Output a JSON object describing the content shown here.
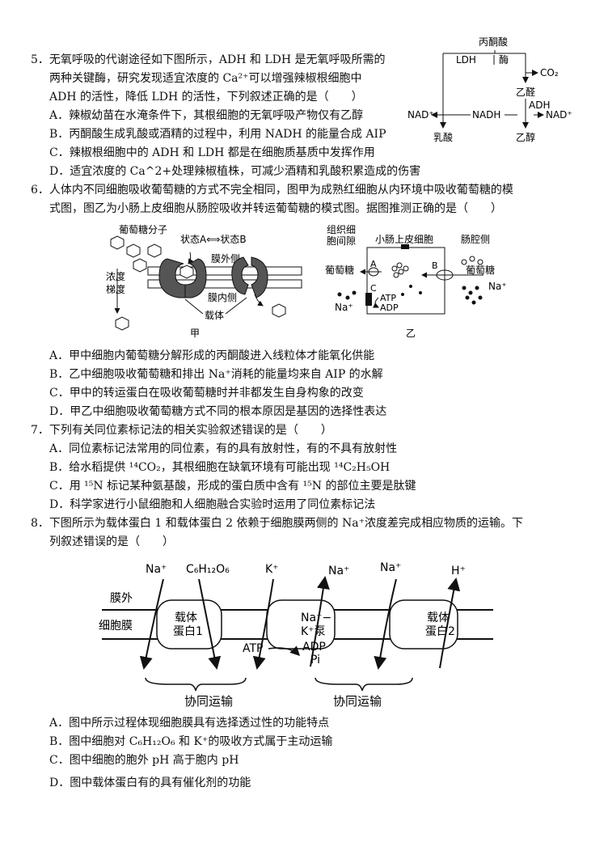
{
  "q5": {
    "lines": [
      "5．无氧呼吸的代谢途径如下图所示，ADH 和 LDH 是无氧呼吸所需的",
      "两种关键酶，研究发现适宜浓度的 Ca²⁺可以增强辣椒根细胞中",
      "ADH 的活性，降低 LDH 的活性，下列叙述正确的是（　　）"
    ],
    "options": [
      "A．辣椒幼苗在水淹条件下，其根细胞的无氧呼吸产物仅有乙醇",
      "B．丙酮酸生成乳酸或酒精的过程中，利用 NADH 的能量合成 AIP",
      "C．辣椒根细胞中的 ADH 和 LDH 都是在细胞质基质中发挥作用",
      "D．适宜浓度的 Ca^2+处理辣椒植株，可减少酒精和乳酸积累造成的伤害"
    ],
    "diagram": {
      "pyruvate": "丙酮酸",
      "ldh": "LDH",
      "enzyme": "酶",
      "co2": "CO₂",
      "acetaldehyde": "乙醛",
      "adh": "ADH",
      "nad_left": "NAD⁺",
      "nadh": "NADH",
      "nad_right": "NAD⁺",
      "lactate": "乳酸",
      "ethanol": "乙醇"
    }
  },
  "q6": {
    "lines": [
      "6．人体内不同细胞吸收葡萄糖的方式不完全相同，图甲为成熟红细胞从内环境中吸收葡萄糖的模",
      "式图，图乙为小肠上皮细胞从肠腔吸收并转运葡萄糖的模式图。据图推测正确的是（　　）"
    ],
    "fig_jia": {
      "glucose_molecule": "葡萄糖分子",
      "state": "状态A⟺状态B",
      "outside": "膜外侧",
      "gradient": "浓度\n梯度",
      "inside": "膜内侧",
      "carrier": "载体",
      "caption": "甲"
    },
    "fig_yi": {
      "interstitial": "组织细\n胞间隙",
      "cell": "小肠上皮细胞",
      "lumen": "肠腔侧",
      "glucose_left": "葡萄糖",
      "glucose_right": "葡萄糖",
      "na_right": "Na⁺",
      "na_left": "Na⁺",
      "label_a": "A",
      "label_b": "B",
      "label_c": "C",
      "atp": "ATP",
      "adp": "ADP",
      "caption": "乙"
    },
    "options": [
      "A．甲中细胞内葡萄糖分解形成的丙酮酸进入线粒体才能氧化供能",
      "B．乙中细胞吸收葡萄糖和排出 Na⁺消耗的能量均来自 AIP 的水解",
      "C．甲中的转运蛋白在吸收葡萄糖时并非都发生自身构象的改变",
      "D．甲乙中细胞吸收葡萄糖方式不同的根本原因是基因的选择性表达"
    ]
  },
  "q7": {
    "lines": [
      "7．下列有关同位素标记法的相关实验叙述错误的是（　　）"
    ],
    "options": [
      "A．同位素标记法常用的同位素，有的具有放射性，有的不具有放射性",
      "B．给水稻提供 ¹⁴CO₂，其根细胞在缺氧环境有可能出现 ¹⁴C₂H₅OH",
      "C．用 ¹⁵N 标记某种氨基酸，形成的蛋白质中含有 ¹⁵N 的部位主要是肽键",
      "D．科学家进行小鼠细胞和人细胞融合实验时运用了同位素标记法"
    ]
  },
  "q8": {
    "lines": [
      "8．下图所示为载体蛋白 1 和载体蛋白 2 依赖于细胞膜两侧的 Na⁺浓度差完成相应物质的运输。下",
      "列叙述错误的是（　　）"
    ],
    "diagram": {
      "outside": "膜外",
      "membrane": "细胞膜",
      "na1": "Na⁺",
      "glucose": "C₆H₁₂O₆",
      "k": "K⁺",
      "na2": "Na⁺",
      "na3": "Na⁺",
      "h": "H⁺",
      "carrier1": "载体\n蛋白1",
      "pump": "Na⁺−\nK⁺泵",
      "carrier2": "载体\n蛋白2",
      "atp": "ATP",
      "adp": "ADP",
      "pi": "Pi",
      "cotransport1": "协同运输",
      "cotransport2": "协同运输"
    },
    "options": [
      "A．图中所示过程体现细胞膜具有选择透过性的功能特点",
      "B．图中细胞对 C₆H₁₂O₆ 和 K⁺的吸收方式属于主动运输",
      "C．图中细胞的胞外 pH 高于胞内 pH",
      "D．图中载体蛋白有的具有催化剂的功能"
    ]
  }
}
